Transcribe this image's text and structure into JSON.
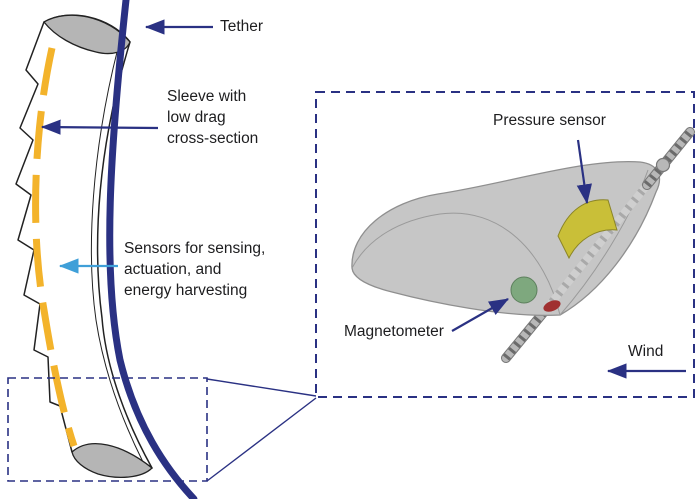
{
  "colors": {
    "navy": "#2a3183",
    "yellow": "#f3b32b",
    "olive": "#c9bf38",
    "green": "#7ea87e",
    "light-blue": "#3f9fd8",
    "gray-body": "#c6c6c6",
    "gray-cap": "#b5b5b5",
    "gray-rod": "#b8b8b8",
    "red": "#a03030",
    "text": "#1d1d1f"
  },
  "labels": {
    "tether": "Tether",
    "sleeve": "Sleeve with\nlow drag\ncross-section",
    "sensors": "Sensors for sensing,\nactuation, and\nenergy harvesting",
    "pressure_sensor": "Pressure sensor",
    "magnetometer": "Magnetometer",
    "wind": "Wind"
  }
}
